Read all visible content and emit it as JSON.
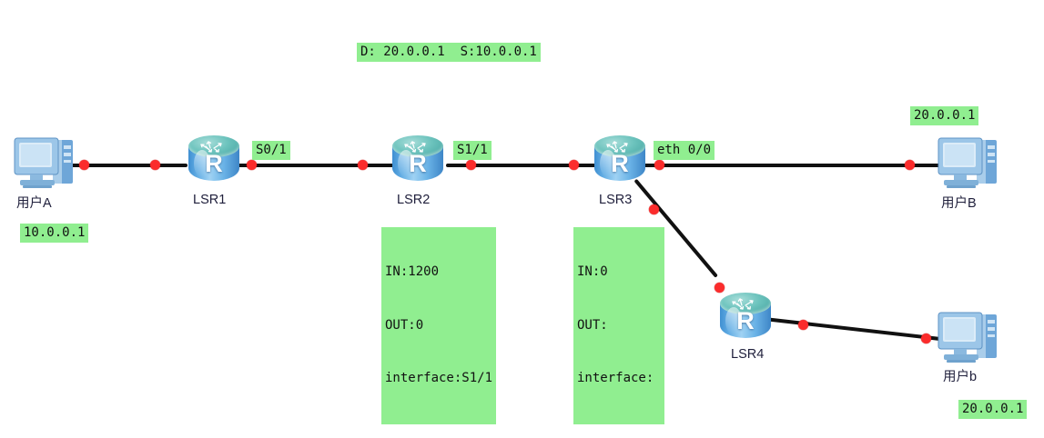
{
  "diagram": {
    "title_tag": {
      "text": "D: 20.0.0.1  S:10.0.0.1"
    },
    "colors": {
      "tag_background": "#90ee90",
      "link": "#111111",
      "dot": "#fb2c2c",
      "router_body": "#64aee4",
      "router_top": "#6cc3bd",
      "label_text": "#20203c"
    },
    "nodes": [
      {
        "id": "userA",
        "type": "pc",
        "label": "用户A",
        "icon": "desktop-computer-icon"
      },
      {
        "id": "lsr1",
        "type": "router",
        "label": "LSR1",
        "icon": "router-icon",
        "glyph": "R"
      },
      {
        "id": "lsr2",
        "type": "router",
        "label": "LSR2",
        "icon": "router-icon",
        "glyph": "R"
      },
      {
        "id": "lsr3",
        "type": "router",
        "label": "LSR3",
        "icon": "router-icon",
        "glyph": "R"
      },
      {
        "id": "lsr4",
        "type": "router",
        "label": "LSR4",
        "icon": "router-icon",
        "glyph": "R"
      },
      {
        "id": "userB",
        "type": "pc",
        "label": "用户B",
        "icon": "desktop-computer-icon"
      },
      {
        "id": "userb2",
        "type": "pc",
        "label": "用户b",
        "icon": "desktop-computer-icon"
      }
    ],
    "address_tags": [
      {
        "id": "userA-address",
        "text": "10.0.0.1"
      },
      {
        "id": "userB-address",
        "text": "20.0.0.1"
      },
      {
        "id": "userb2-address",
        "text": "20.0.0.1"
      }
    ],
    "interface_tags": [
      {
        "id": "lsr1-interface",
        "text": "S0/1"
      },
      {
        "id": "lsr2-interface",
        "text": "S1/1"
      },
      {
        "id": "lsr3-interface",
        "text": "eth 0/0"
      }
    ],
    "label_tables": [
      {
        "id": "lsr2-label-table",
        "lines": [
          "IN:1200",
          "OUT:0",
          "interface:S1/1"
        ],
        "in": "1200",
        "out": "0",
        "interface": "S1/1"
      },
      {
        "id": "lsr3-label-table",
        "lines": [
          "IN:0",
          "OUT:",
          "interface:"
        ],
        "in": "0",
        "out": "",
        "interface": ""
      }
    ]
  }
}
